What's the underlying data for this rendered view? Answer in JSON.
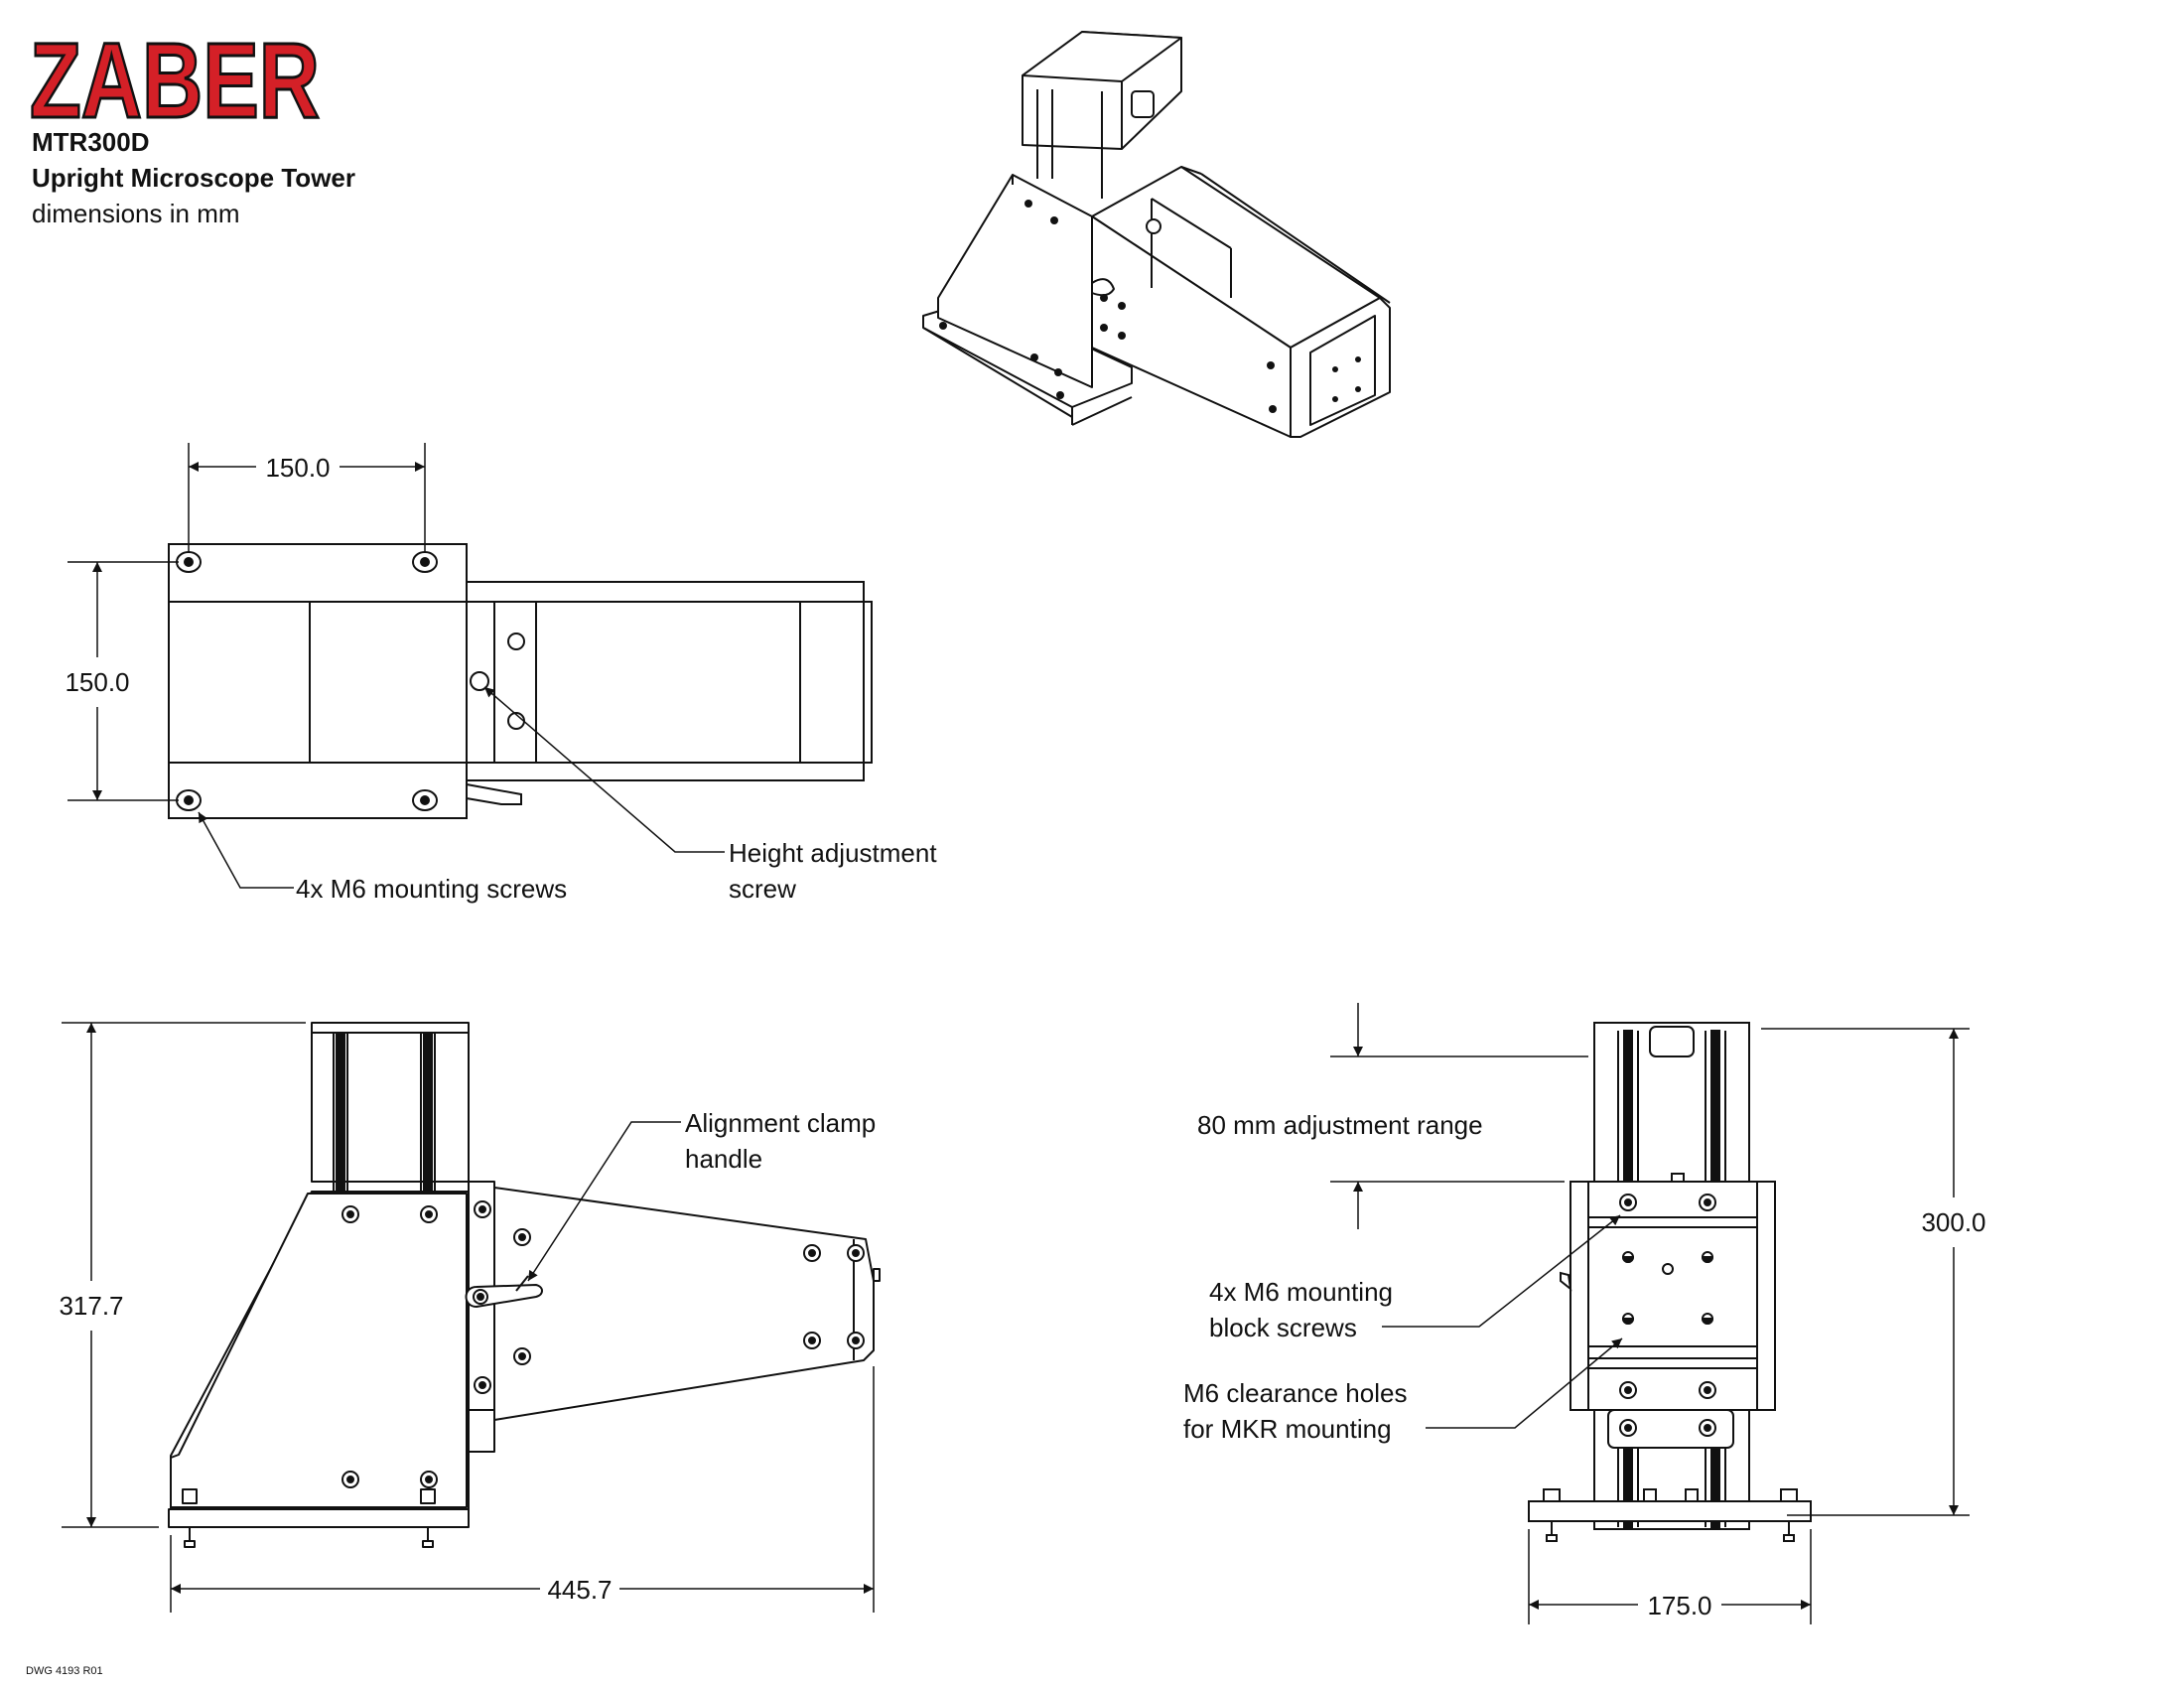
{
  "brand": {
    "logo": "ZABER",
    "logo_color": "#d42027"
  },
  "header": {
    "model": "MTR300D",
    "product": "Upright Microscope Tower",
    "units_note": "dimensions in mm"
  },
  "dimensions": {
    "top_width": "150.0",
    "top_depth": "150.0",
    "side_height": "317.7",
    "side_length": "445.7",
    "front_height": "300.0",
    "front_width": "175.0"
  },
  "callouts": {
    "mounting_screws": "4x M6 mounting screws",
    "height_adjust_1": "Height adjustment",
    "height_adjust_2": "screw",
    "clamp_1": "Alignment clamp",
    "clamp_2": "handle",
    "adjust_range": "80 mm adjustment range",
    "block_screws_1": "4x M6 mounting",
    "block_screws_2": "block screws",
    "clearance_1": "M6 clearance holes",
    "clearance_2": "for MKR mounting"
  },
  "footer": {
    "drawing_number": "DWG 4193 R01"
  }
}
